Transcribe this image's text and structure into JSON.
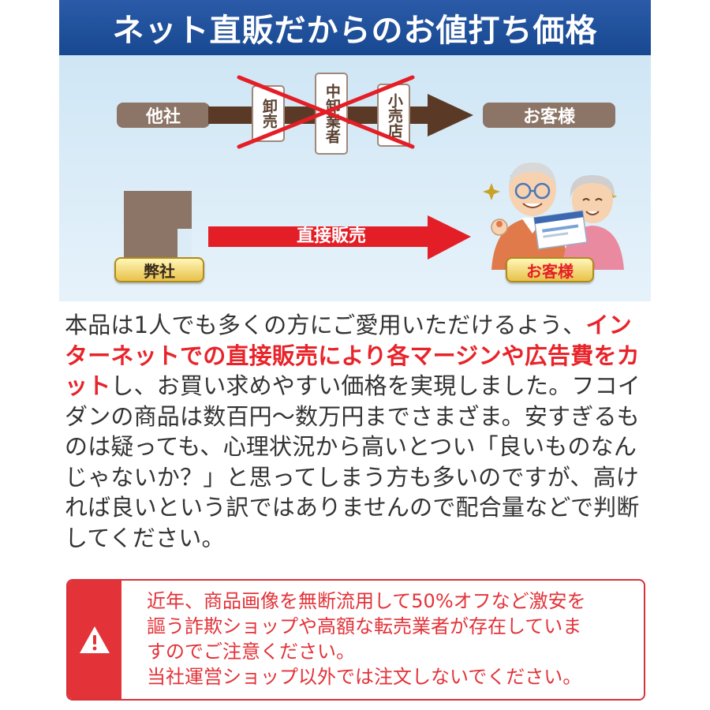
{
  "banner": {
    "title": "ネット直販だからのお値打ち価格"
  },
  "diagram": {
    "top_row": {
      "source_label": "他社",
      "middlemen": [
        "卸売",
        "中卸業者",
        "小売店"
      ],
      "destination_label": "お客様"
    },
    "bottom_row": {
      "source_label": "弊社",
      "arrow_label": "直接販売",
      "destination_label": "お客様"
    },
    "colors": {
      "brown": "#5a3a26",
      "red": "#e41e26",
      "pill_brown": "#8c7466",
      "banner_blue": "#1f4f9c"
    }
  },
  "body": {
    "segments": [
      {
        "text": "本品は1人でも多くの方にご愛用いただけるよう、",
        "highlight": false
      },
      {
        "text": "インターネットでの直接販売により各マージンや広告費をカット",
        "highlight": true
      },
      {
        "text": "し、お買い求めやすい価格を実現しました。フコイダンの商品は数百円～数万円までさまざま。安すぎるものは疑っても、心理状況から高いとつい「良いものなんじゃないか？」と思ってしまう方も多いのですが、高ければ良いという訳ではありませんので配合量などで判断してください。",
        "highlight": false
      }
    ]
  },
  "warning": {
    "icon": "warning-triangle-icon",
    "lines": [
      "近年、商品画像を無断流用して50%オフなど激安を",
      "謳う詐欺ショップや高額な転売業者が存在していま",
      "すのでご注意ください。",
      "当社運営ショップ以外では注文しないでください。"
    ]
  }
}
